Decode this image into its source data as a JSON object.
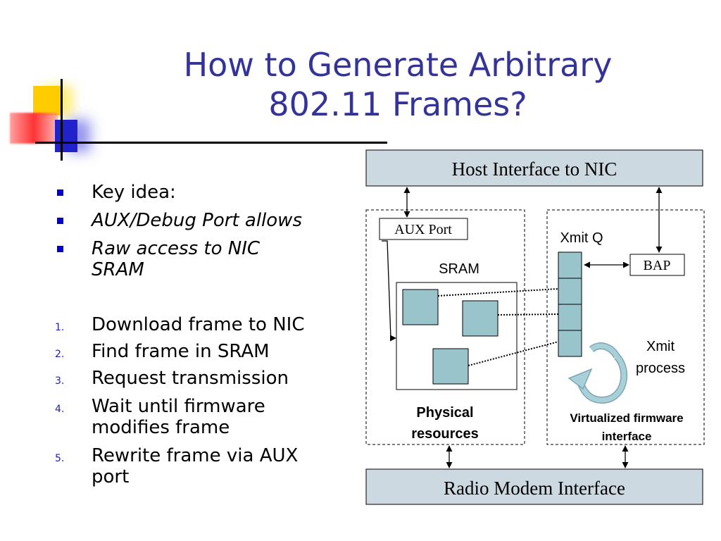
{
  "title": {
    "line1": "How to Generate Arbitrary",
    "line2": "802.11 Frames?"
  },
  "bullets": [
    "Key idea:",
    "AUX/Debug Port allows",
    "Raw access to NIC",
    "SRAM"
  ],
  "steps": [
    {
      "num": "1.",
      "text": "Download frame to NIC"
    },
    {
      "num": "2.",
      "text": "Find frame in SRAM"
    },
    {
      "num": "3.",
      "text": "Request transmission"
    },
    {
      "num": "4.",
      "text": "Wait until firmware",
      "text2": "modifies frame"
    },
    {
      "num": "5.",
      "text": "Rewrite frame via AUX",
      "text2": "port"
    }
  ],
  "diagram": {
    "host_interface": "Host Interface to NIC",
    "aux_port": "AUX Port",
    "sram": "SRAM",
    "xmit_q": "Xmit Q",
    "bap": "BAP",
    "xmit_process_line1": "Xmit",
    "xmit_process_line2": "process",
    "physical_line1": "Physical",
    "physical_line2": "resources",
    "virtualized_line1": "Virtualized firmware",
    "virtualized_line2": "interface",
    "radio_modem": "Radio Modem Interface"
  },
  "colors": {
    "title": "#333399",
    "box_fill": "#ccd9e0",
    "block_fill": "#99c4cc",
    "bullet": "#0000cc",
    "deco_yellow": "#ffcc00",
    "deco_red": "#ff3333",
    "deco_blue": "#2222cc"
  }
}
